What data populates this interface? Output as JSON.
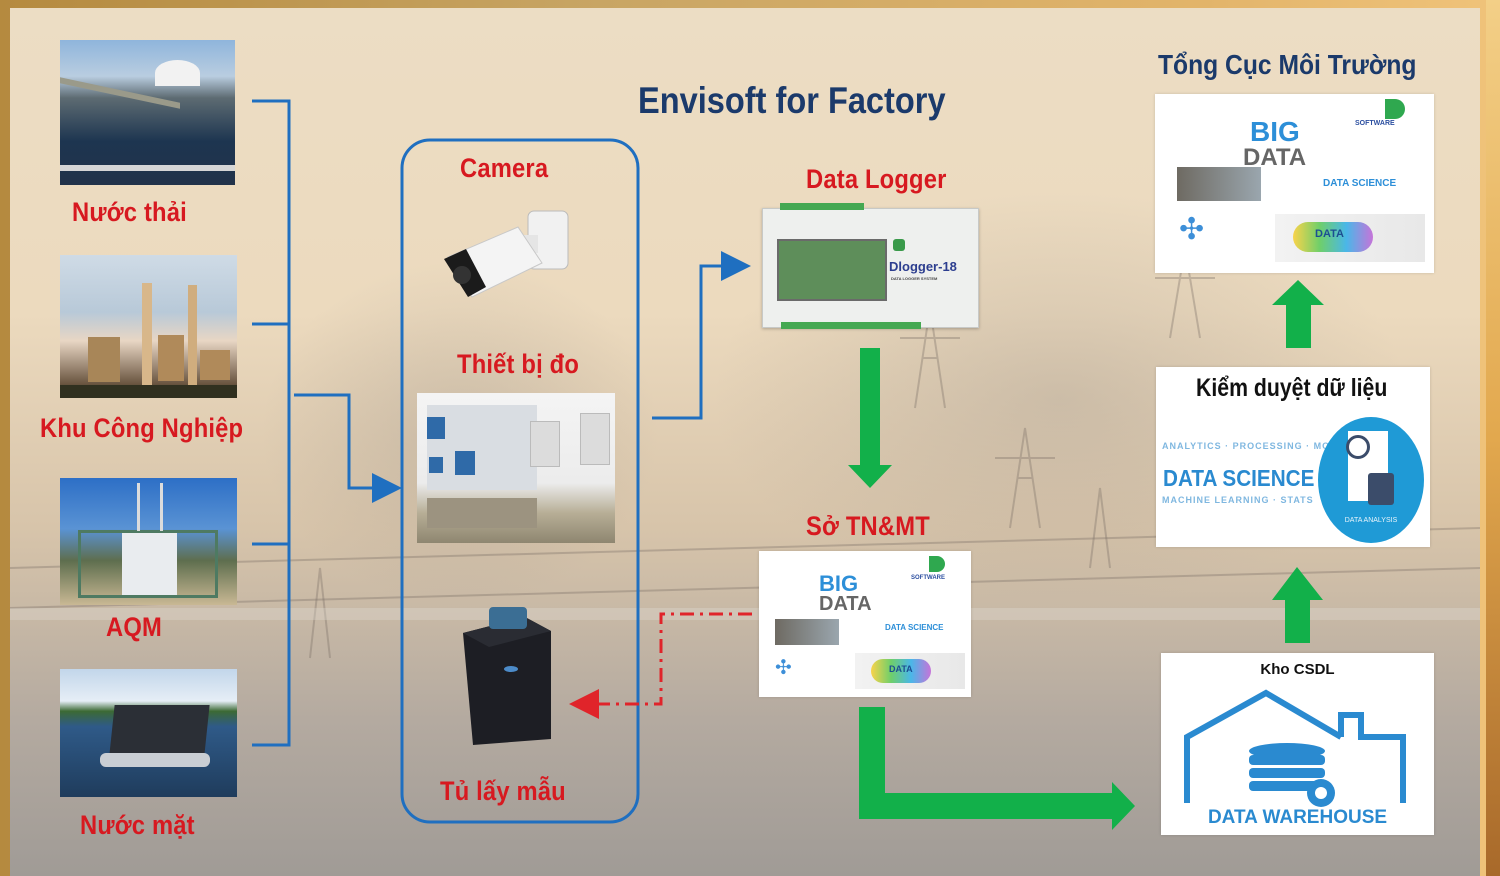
{
  "title": "Envisoft for Factory",
  "sources": [
    {
      "label": "Nước thải",
      "icon": "wastewater-plant-photo"
    },
    {
      "label": "Khu Công Nghiệp",
      "icon": "industrial-zone-photo"
    },
    {
      "label": "AQM",
      "icon": "air-quality-station-photo"
    },
    {
      "label": "Nước mặt",
      "icon": "surface-water-station-photo"
    }
  ],
  "station_group": {
    "camera_label": "Camera",
    "measuring_label": "Thiết bị đo",
    "sampler_label": "Tủ lấy mẫu"
  },
  "data_logger": {
    "label": "Data Logger",
    "device_name": "Dlogger-18",
    "device_subtitle": "DATA LOGGER SYSTEM"
  },
  "department": {
    "label": "Sở TN&MT",
    "panel": {
      "big": "BIG",
      "data": "DATA",
      "brand": "SOFTWARE",
      "science": "DATA SCIENCE",
      "cloud": "DATA"
    }
  },
  "warehouse": {
    "label": "Kho CSDL",
    "caption": "DATA WAREHOUSE"
  },
  "review": {
    "label": "Kiểm duyệt dữ liệu",
    "science": "DATA SCIENCE",
    "analysis": "DATA ANALYSIS"
  },
  "general_dept": {
    "label": "Tổng Cục Môi Trường",
    "panel": {
      "big": "BIG",
      "data": "DATA",
      "brand": "SOFTWARE",
      "science": "DATA SCIENCE",
      "cloud": "DATA"
    }
  },
  "colors": {
    "connector_blue": "#1f6fc0",
    "flow_green": "#12b04a",
    "label_red": "#d71920",
    "title_navy": "#1b3a6b",
    "feedback_red": "#e0242a"
  }
}
